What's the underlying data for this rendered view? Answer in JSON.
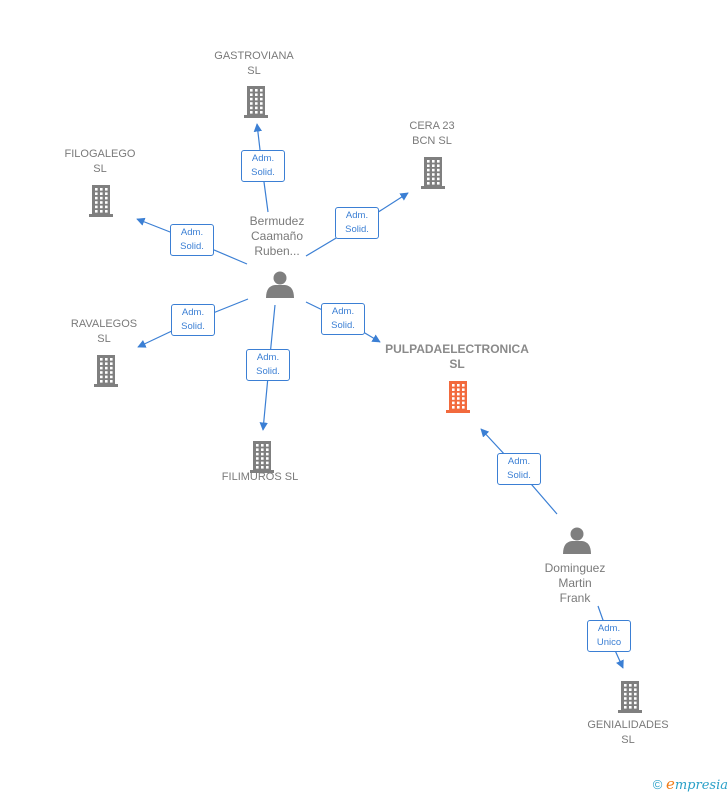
{
  "colors": {
    "company": "#7f7f7f",
    "focus_company": "#f26a3d",
    "person": "#7f7f7f",
    "edge": "#3b7fd4"
  },
  "people": [
    {
      "id": "bermudez",
      "label": "Bermudez\nCaamaño\nRuben..."
    },
    {
      "id": "dominguez",
      "label": "Dominguez\nMartin\nFrank"
    }
  ],
  "companies": [
    {
      "id": "gastroviana",
      "label": "GASTROVIANA\nSL",
      "focus": false
    },
    {
      "id": "cera23",
      "label": "CERA 23\nBCN  SL",
      "focus": false
    },
    {
      "id": "filogalego",
      "label": "FILOGALEGO\nSL",
      "focus": false
    },
    {
      "id": "ravalegos",
      "label": "RAVALEGOS\nSL",
      "focus": false
    },
    {
      "id": "filimuros",
      "label": "FILIMUROS  SL",
      "focus": false
    },
    {
      "id": "pulpada",
      "label": "PULPADAELECTRONICA\nSL",
      "focus": true
    },
    {
      "id": "genialidades",
      "label": "GENIALIDADES\nSL",
      "focus": false
    }
  ],
  "edges": [
    {
      "from": "bermudez",
      "to": "gastroviana",
      "label": "Adm.\nSolid."
    },
    {
      "from": "bermudez",
      "to": "cera23",
      "label": "Adm.\nSolid."
    },
    {
      "from": "bermudez",
      "to": "filogalego",
      "label": "Adm.\nSolid."
    },
    {
      "from": "bermudez",
      "to": "ravalegos",
      "label": "Adm.\nSolid."
    },
    {
      "from": "bermudez",
      "to": "filimuros",
      "label": "Adm.\nSolid."
    },
    {
      "from": "bermudez",
      "to": "pulpada",
      "label": "Adm.\nSolid."
    },
    {
      "from": "dominguez",
      "to": "pulpada",
      "label": "Adm.\nSolid."
    },
    {
      "from": "dominguez",
      "to": "genialidades",
      "label": "Adm.\nUnico"
    }
  ],
  "brand": {
    "copyright_symbol": "©",
    "first_letter": "e",
    "rest": "mpresia"
  }
}
